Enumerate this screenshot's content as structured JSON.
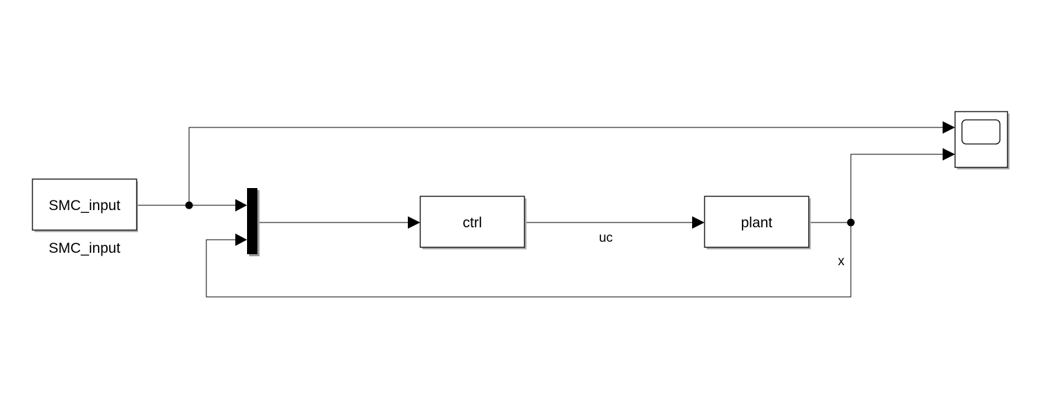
{
  "blocks": {
    "smc_input": {
      "text": "SMC_input",
      "caption": "SMC_input"
    },
    "mux": {},
    "ctrl": {
      "text": "ctrl"
    },
    "plant": {
      "text": "plant"
    },
    "scope": {}
  },
  "signals": {
    "uc": "uc",
    "x": "x"
  }
}
